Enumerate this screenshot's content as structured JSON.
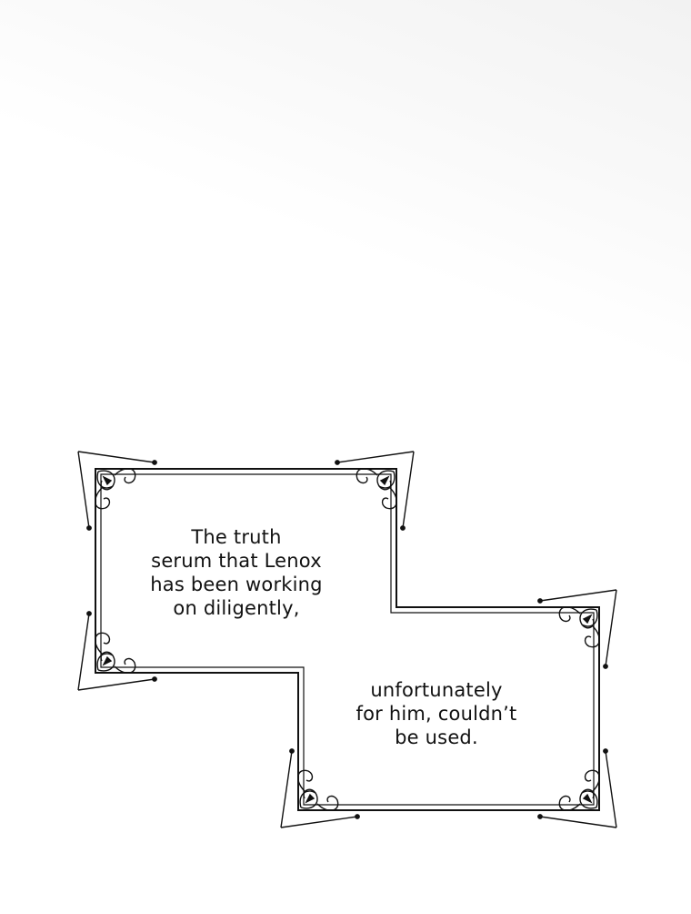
{
  "narration": {
    "caption_1_lines": [
      "The truth",
      "serum that Lenox",
      "has been working",
      "on diligently,"
    ],
    "caption_2_lines": [
      "unfortunately",
      "for him, couldn’t",
      "be used."
    ]
  },
  "colors": {
    "ink": "#111111",
    "background": "#ffffff"
  },
  "decorations": {
    "frame": "double-line-stepped-frame",
    "corner_ornament": "flourish-corner-icon"
  }
}
